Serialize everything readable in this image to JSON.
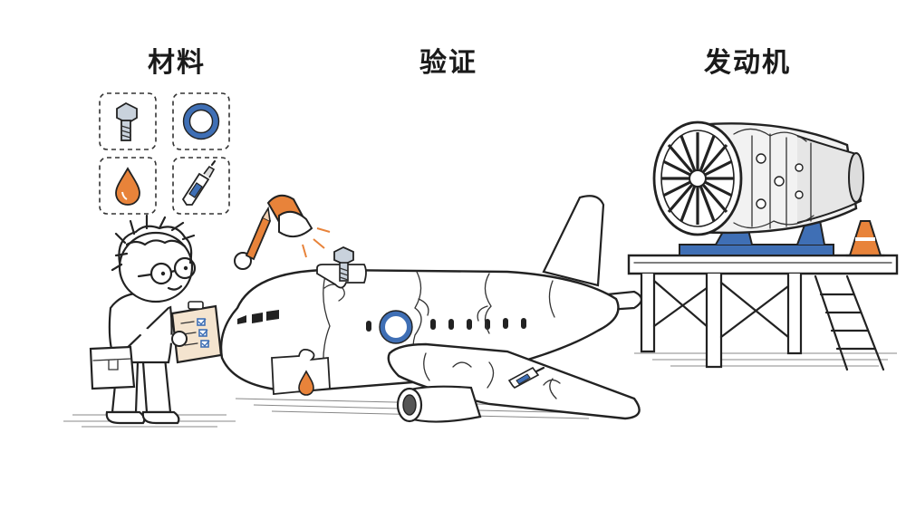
{
  "labels": {
    "materials": "材料",
    "verification": "验证",
    "engine": "发动机"
  },
  "colors": {
    "accent_orange": "#e8833a",
    "accent_blue": "#3f6fb5",
    "ink": "#222222"
  },
  "icons": {
    "material_tiles": [
      "bolt-icon",
      "washer-ring-icon",
      "oil-drop-icon",
      "glue-tube-icon"
    ]
  }
}
